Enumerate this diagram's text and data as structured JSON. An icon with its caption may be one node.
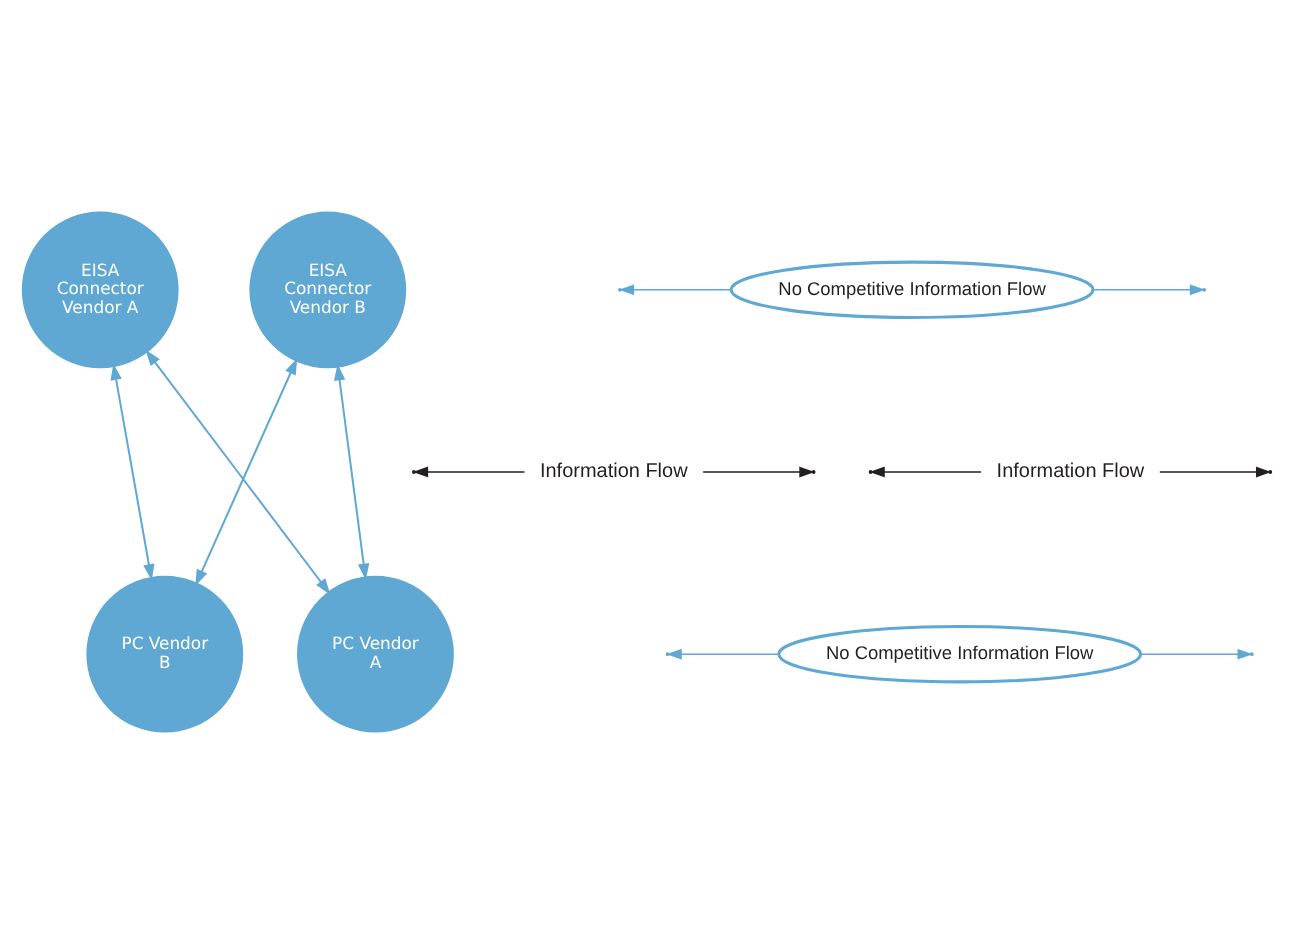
{
  "diagram": {
    "nodes": [
      {
        "text": [
          "EISA Connector Vendor A"
        ]
      },
      {
        "text": [
          "No Competitive Information Flow"
        ]
      },
      {
        "text": [
          "EISA Connector Vendor B"
        ]
      },
      {
        "text": [
          "Information Flow"
        ]
      },
      {
        "text": [
          "Information Flow"
        ]
      },
      {
        "text": [
          "PC Vendor B"
        ]
      },
      {
        "text": [
          "No Competitive Information Flow"
        ]
      },
      {
        "text": [
          "PC Vendor A"
        ]
      }
    ],
    "edges": [
      {
        "from": 0,
        "to": 5,
        "arrow": "both"
      },
      {
        "from": 2,
        "to": 7,
        "arrow": "both"
      },
      {
        "from": 0,
        "to": 7,
        "arrow": "both"
      },
      {
        "from": 2,
        "to": 5,
        "arrow": "both"
      },
      {
        "from": 1,
        "to": null,
        "arrow": "to"
      },
      {
        "from": 1,
        "to": null,
        "arrow": "to"
      },
      {
        "from": 6,
        "to": null,
        "arrow": "to"
      },
      {
        "from": 6,
        "to": null,
        "arrow": "to"
      },
      {
        "from": 3,
        "to": null,
        "arrow": "to",
        "color": "#231f20"
      },
      {
        "from": 3,
        "to": null,
        "arrow": "to",
        "color": "#231f20"
      },
      {
        "from": 4,
        "to": null,
        "arrow": "to",
        "color": "#231f20"
      },
      {
        "from": 4,
        "to": null,
        "arrow": "to",
        "color": "#231f20"
      }
    ]
  }
}
